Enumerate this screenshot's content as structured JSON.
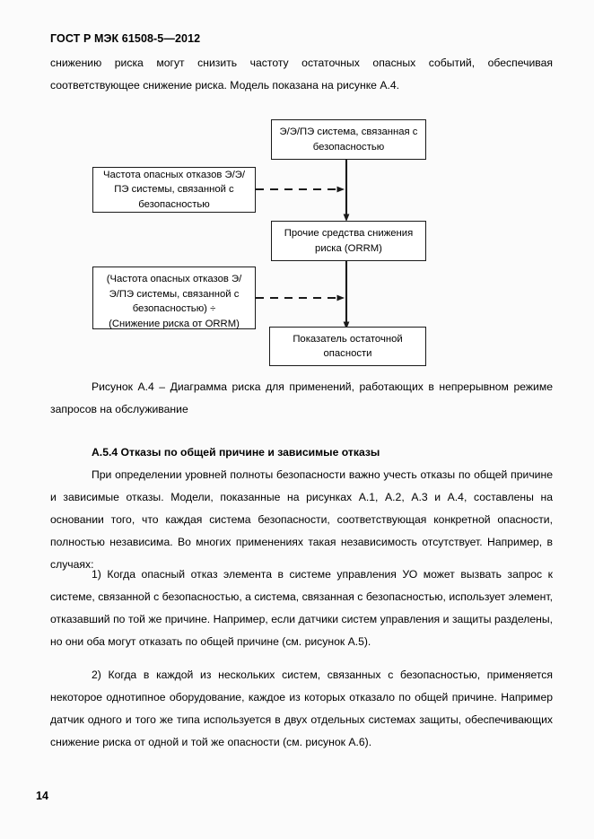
{
  "document": {
    "header": "ГОСТ Р МЭК 61508-5—2012",
    "page_number": "14"
  },
  "paragraphs": {
    "intro": "снижению риска могут снизить частоту остаточных опасных событий, обеспечивая соответствующее снижение риска. Модель показана на рисунке А.4.",
    "figure_caption": "Рисунок А.4 – Диаграмма риска для применений, работающих в непрерывном режиме запросов на обслуживание",
    "section_heading": "А.5.4 Отказы по общей причине и зависимые отказы",
    "body_1": "При определении уровней полноты безопасности важно учесть отказы по общей причине и зависимые отказы. Модели, показанные на рисунках А.1, А.2, А.3 и А.4, составлены на основании того, что каждая система безопасности, соответствующая конкретной опасности, полностью независима. Во многих применениях такая независимость отсутствует. Например, в случаях:",
    "item_1": "1) Когда опасный отказ элемента в системе управления УО может вызвать запрос к системе, связанной с безопасностью, а система, связанная с безопасностью, использует элемент, отказавший по той же причине. Например, если датчики систем управления и защиты разделены, но они оба могут отказать по общей причине (см. рисунок А.5).",
    "item_2": "2) Когда в каждой из нескольких систем, связанных с безопасностью, применяется некоторое однотипное оборудование, каждое из которых отказало по общей причине. Например датчик одного и того же типа используется в двух отдельных системах защиты, обеспечивающих снижение риска от одной и той же опасности (см. рисунок А.6)."
  },
  "figure": {
    "boxes": {
      "eeps_system": "Э/Э/ПЭ система, связанная с безопасностью",
      "failure_rate": "Частота опасных отказов Э/Э/ПЭ системы, связанной с безопасностью",
      "orrm": "Прочие средства снижения риска (ORRM)",
      "residual_formula_line1": "(Частота опасных отказов Э/",
      "residual_formula_line2": "Э/ПЭ системы, связанной с",
      "residual_formula_line3": "безопасностью) ÷",
      "residual_formula_line4": "(Снижение риска от ORRM)",
      "residual_risk": "Показатель остаточной опасности"
    },
    "colors": {
      "line": "#1a1a1a",
      "box_fill": "#ffffff"
    }
  }
}
